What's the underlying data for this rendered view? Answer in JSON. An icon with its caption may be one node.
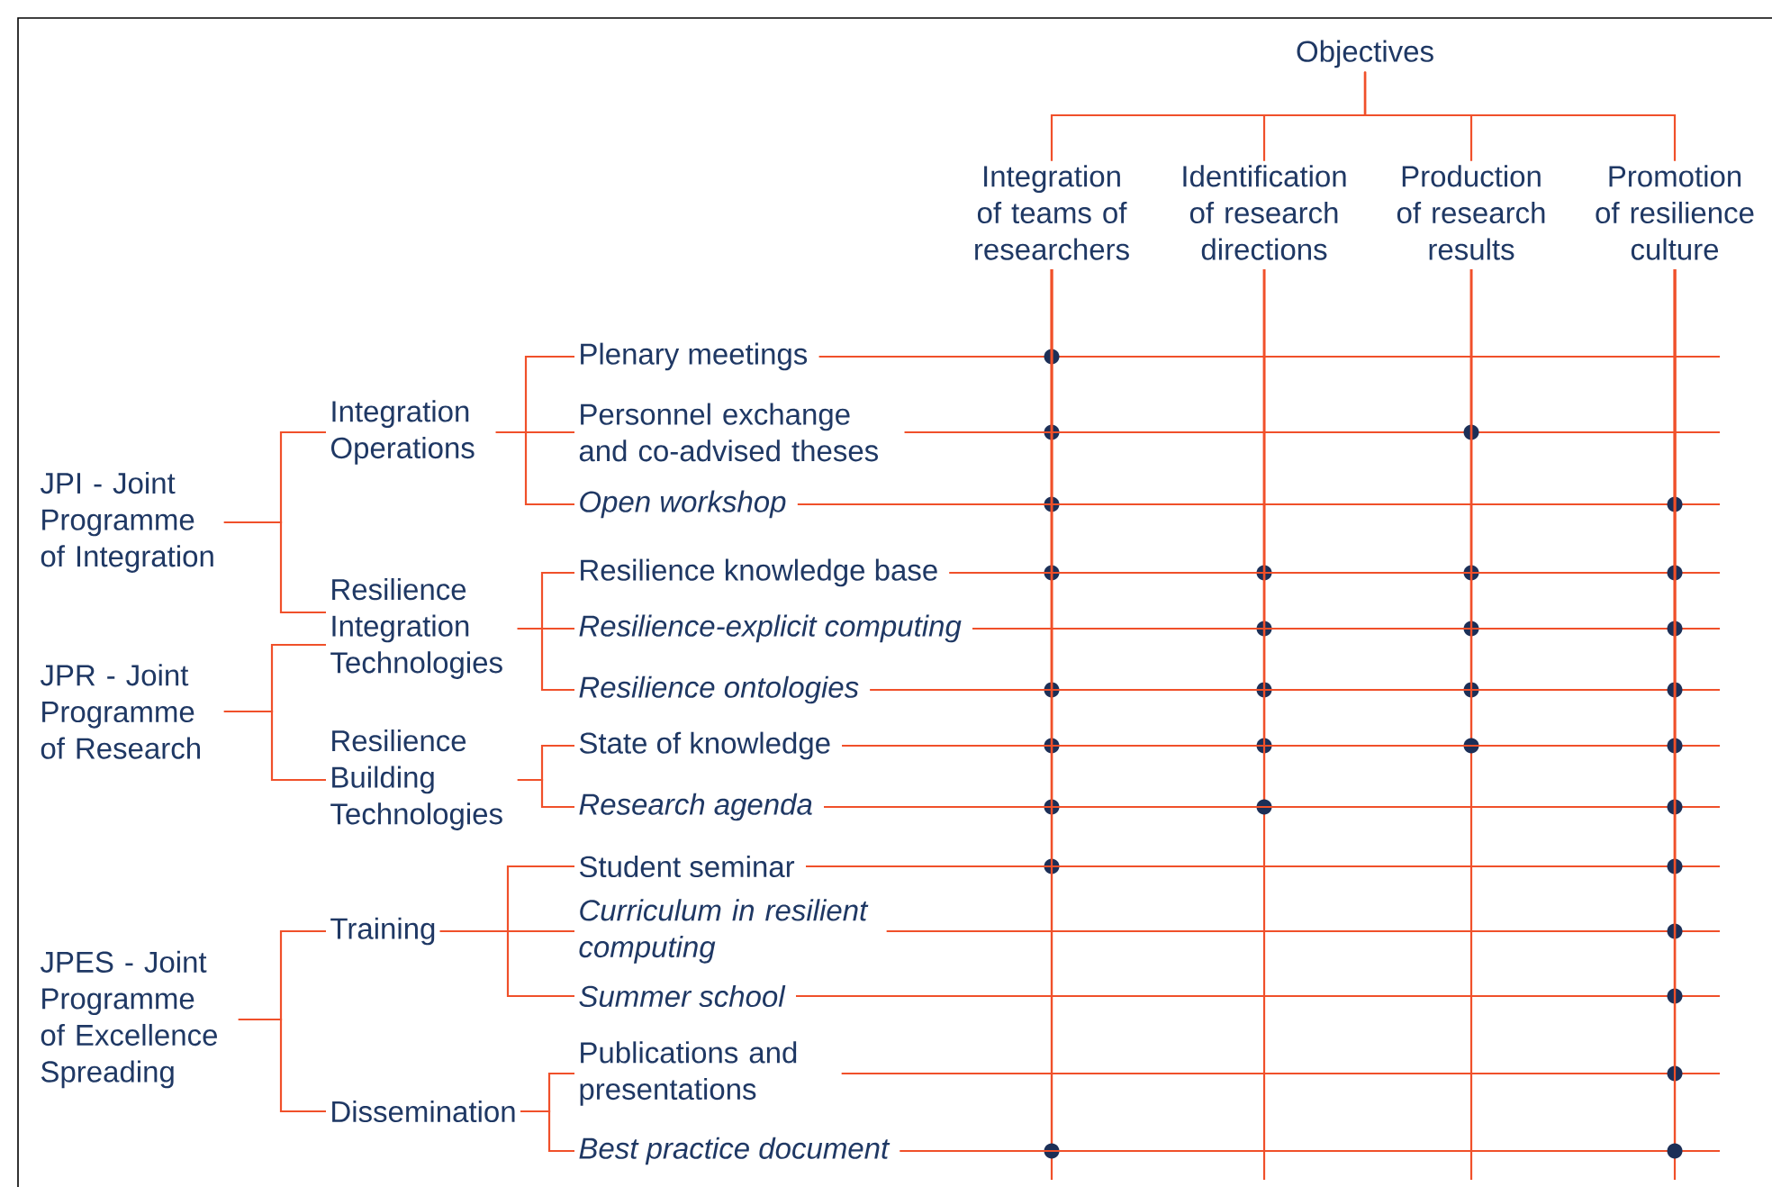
{
  "diagram": {
    "nodes": [
      {
        "text": [
          "Objectives"
        ]
      },
      {
        "text": [
          "Integration of teams of researchers"
        ]
      },
      {
        "text": [
          "Identification of research directions"
        ]
      },
      {
        "text": [
          "Production of research results"
        ]
      },
      {
        "text": [
          "Promotion of resilience culture"
        ]
      },
      {
        "text": [
          "JPI - Joint Programme of Integration"
        ]
      },
      {
        "text": [
          "Integration Operations"
        ]
      },
      {
        "text": [
          "Plenary meetings"
        ]
      },
      {
        "text": [
          "Personnel exchange and co-advised theses"
        ]
      },
      {
        "text": [
          "Open workshop"
        ]
      },
      {
        "text": [
          "Resilience Integration Technologies"
        ]
      },
      {
        "text": [
          "Resilience knowledge base"
        ]
      },
      {
        "text": [
          "Resilience-explicit computing"
        ]
      },
      {
        "text": [
          "Resilience ontologies"
        ]
      },
      {
        "text": [
          "JPR - Joint Programme of Research"
        ]
      },
      {
        "text": [
          "Resilience Building Technologies"
        ]
      },
      {
        "text": [
          "State of knowledge"
        ]
      },
      {
        "text": [
          "Research agenda"
        ]
      },
      {
        "text": [
          "JPES - Joint Programme of Excellence Spreading"
        ]
      },
      {
        "text": [
          "Training"
        ]
      },
      {
        "text": [
          "Student seminar"
        ]
      },
      {
        "text": [
          "Curriculum in resilient computing"
        ]
      },
      {
        "text": [
          "Summer school"
        ]
      },
      {
        "text": [
          "Dissemination"
        ]
      },
      {
        "text": [
          "Publications and presentations"
        ]
      },
      {
        "text": [
          "Best practice document"
        ]
      }
    ],
    "edges": [
      {
        "from": 0,
        "to": 1,
        "arrow": "none"
      },
      {
        "from": 0,
        "to": 2,
        "arrow": "none"
      },
      {
        "from": 0,
        "to": 3,
        "arrow": "none"
      },
      {
        "from": 0,
        "to": 4,
        "arrow": "none"
      },
      {
        "from": 5,
        "to": 6,
        "arrow": "none"
      },
      {
        "from": 5,
        "to": 10,
        "arrow": "none"
      },
      {
        "from": 6,
        "to": 7,
        "arrow": "none"
      },
      {
        "from": 6,
        "to": 8,
        "arrow": "none"
      },
      {
        "from": 6,
        "to": 9,
        "arrow": "none"
      },
      {
        "from": 10,
        "to": 11,
        "arrow": "none"
      },
      {
        "from": 10,
        "to": 12,
        "arrow": "none"
      },
      {
        "from": 10,
        "to": 13,
        "arrow": "none"
      },
      {
        "from": 14,
        "to": 10,
        "arrow": "none"
      },
      {
        "from": 14,
        "to": 15,
        "arrow": "none"
      },
      {
        "from": 15,
        "to": 16,
        "arrow": "none"
      },
      {
        "from": 15,
        "to": 17,
        "arrow": "none"
      },
      {
        "from": 18,
        "to": 19,
        "arrow": "none"
      },
      {
        "from": 18,
        "to": 23,
        "arrow": "none"
      },
      {
        "from": 19,
        "to": 20,
        "arrow": "none"
      },
      {
        "from": 19,
        "to": 21,
        "arrow": "none"
      },
      {
        "from": 19,
        "to": 22,
        "arrow": "none"
      },
      {
        "from": 23,
        "to": 24,
        "arrow": "none"
      },
      {
        "from": 23,
        "to": 25,
        "arrow": "none"
      },
      {
        "from": 7,
        "to": 1,
        "arrow": "none"
      },
      {
        "from": 8,
        "to": 1,
        "arrow": "none"
      },
      {
        "from": 8,
        "to": 3,
        "arrow": "none"
      },
      {
        "from": 9,
        "to": 1,
        "arrow": "none"
      },
      {
        "from": 9,
        "to": 4,
        "arrow": "none"
      },
      {
        "from": 11,
        "to": 1,
        "arrow": "none"
      },
      {
        "from": 11,
        "to": 2,
        "arrow": "none"
      },
      {
        "from": 11,
        "to": 3,
        "arrow": "none"
      },
      {
        "from": 11,
        "to": 4,
        "arrow": "none"
      },
      {
        "from": 12,
        "to": 2,
        "arrow": "none"
      },
      {
        "from": 12,
        "to": 3,
        "arrow": "none"
      },
      {
        "from": 12,
        "to": 4,
        "arrow": "none"
      },
      {
        "from": 13,
        "to": 1,
        "arrow": "none"
      },
      {
        "from": 13,
        "to": 2,
        "arrow": "none"
      },
      {
        "from": 13,
        "to": 3,
        "arrow": "none"
      },
      {
        "from": 13,
        "to": 4,
        "arrow": "none"
      },
      {
        "from": 16,
        "to": 1,
        "arrow": "none"
      },
      {
        "from": 16,
        "to": 2,
        "arrow": "none"
      },
      {
        "from": 16,
        "to": 3,
        "arrow": "none"
      },
      {
        "from": 16,
        "to": 4,
        "arrow": "none"
      },
      {
        "from": 17,
        "to": 1,
        "arrow": "none"
      },
      {
        "from": 17,
        "to": 2,
        "arrow": "none"
      },
      {
        "from": 17,
        "to": 4,
        "arrow": "none"
      },
      {
        "from": 20,
        "to": 1,
        "arrow": "none"
      },
      {
        "from": 20,
        "to": 4,
        "arrow": "none"
      },
      {
        "from": 21,
        "to": 4,
        "arrow": "none"
      },
      {
        "from": 22,
        "to": 4,
        "arrow": "none"
      },
      {
        "from": 24,
        "to": 4,
        "arrow": "none"
      },
      {
        "from": 25,
        "to": 1,
        "arrow": "none"
      },
      {
        "from": 25,
        "to": 4,
        "arrow": "none"
      }
    ]
  }
}
